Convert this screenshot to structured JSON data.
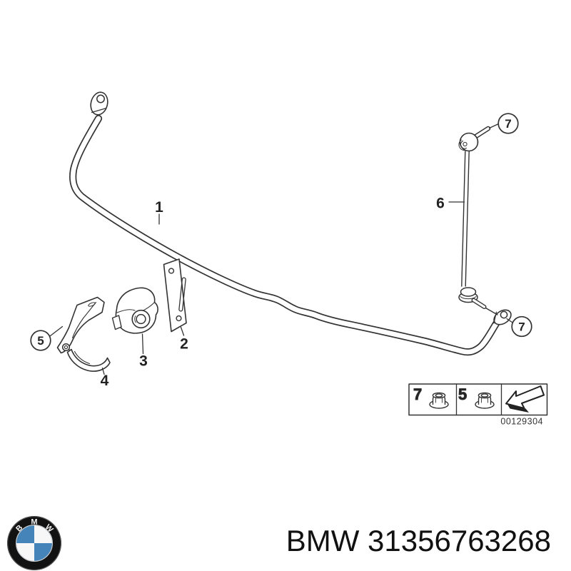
{
  "diagram": {
    "type": "exploded-parts-drawing",
    "subject": "stabilizer bar with bushings, clamp brackets and stabilizer link",
    "line_color": "#333333",
    "callouts": {
      "n1": "1",
      "n2": "2",
      "n3": "3",
      "n4": "4",
      "n5": "5",
      "n6": "6",
      "n7a": "7",
      "n7b": "7"
    },
    "legend": {
      "cell1_number": "7",
      "cell1_icon": "flange-nut-icon",
      "cell2_number": "5",
      "cell2_icon": "flange-nut-icon",
      "cell3_icon": "direction-arrow-icon",
      "code": "00129304"
    }
  },
  "footer": {
    "part_text": "BMW 31356763268",
    "logo": {
      "letters": {
        "b": "B",
        "m": "M",
        "w": "W"
      },
      "blue": "#4584b8",
      "ring": "#121212"
    }
  }
}
